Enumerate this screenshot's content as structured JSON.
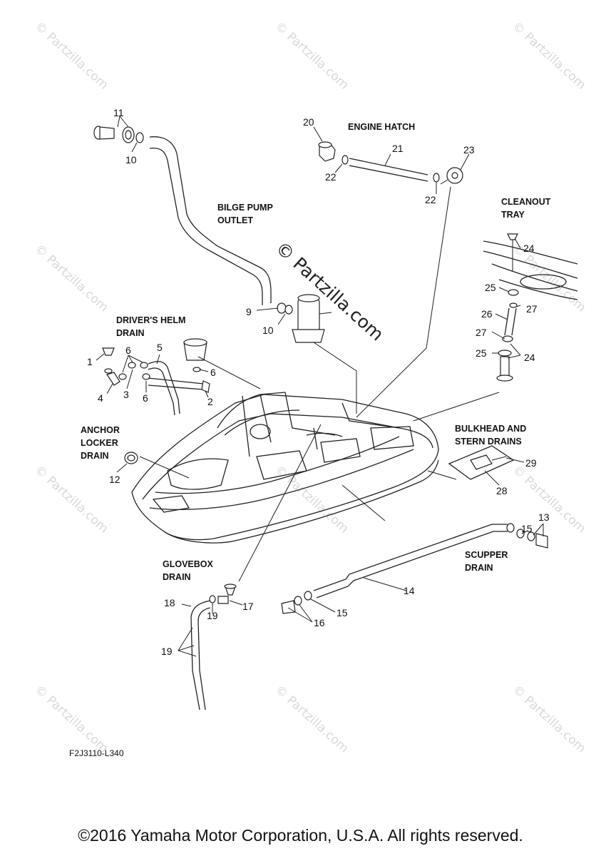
{
  "watermark": {
    "text": "© Partzilla.com",
    "center_text": "© Partzilla.com"
  },
  "sections": {
    "engine_hatch": "ENGINE HATCH",
    "bilge_pump_1": "BILGE PUMP",
    "bilge_pump_2": "OUTLET",
    "cleanout_1": "CLEANOUT",
    "cleanout_2": "TRAY",
    "helm_1": "DRIVER'S HELM",
    "helm_2": "DRAIN",
    "anchor_1": "ANCHOR",
    "anchor_2": "LOCKER",
    "anchor_3": "DRAIN",
    "bulkhead_1": "BULKHEAD AND",
    "bulkhead_2": "STERN DRAINS",
    "glovebox_1": "GLOVEBOX",
    "glovebox_2": "DRAIN",
    "scupper_1": "SCUPPER",
    "scupper_2": "DRAIN"
  },
  "callouts": {
    "p1": "1",
    "p2": "2",
    "p3": "3",
    "p4": "4",
    "p5": "5",
    "p6": "6",
    "p9": "9",
    "p10": "10",
    "p11": "11",
    "p12": "12",
    "p13": "13",
    "p14": "14",
    "p15": "15",
    "p16": "16",
    "p17": "17",
    "p18": "18",
    "p19": "19",
    "p20": "20",
    "p21": "21",
    "p22": "22",
    "p23": "23",
    "p24": "24",
    "p25": "25",
    "p26": "26",
    "p27": "27",
    "p28": "28",
    "p29": "29"
  },
  "diagram_code": "F2J3110-L340",
  "copyright": "©2016 Yamaha Motor Corporation, U.S.A. All rights reserved."
}
